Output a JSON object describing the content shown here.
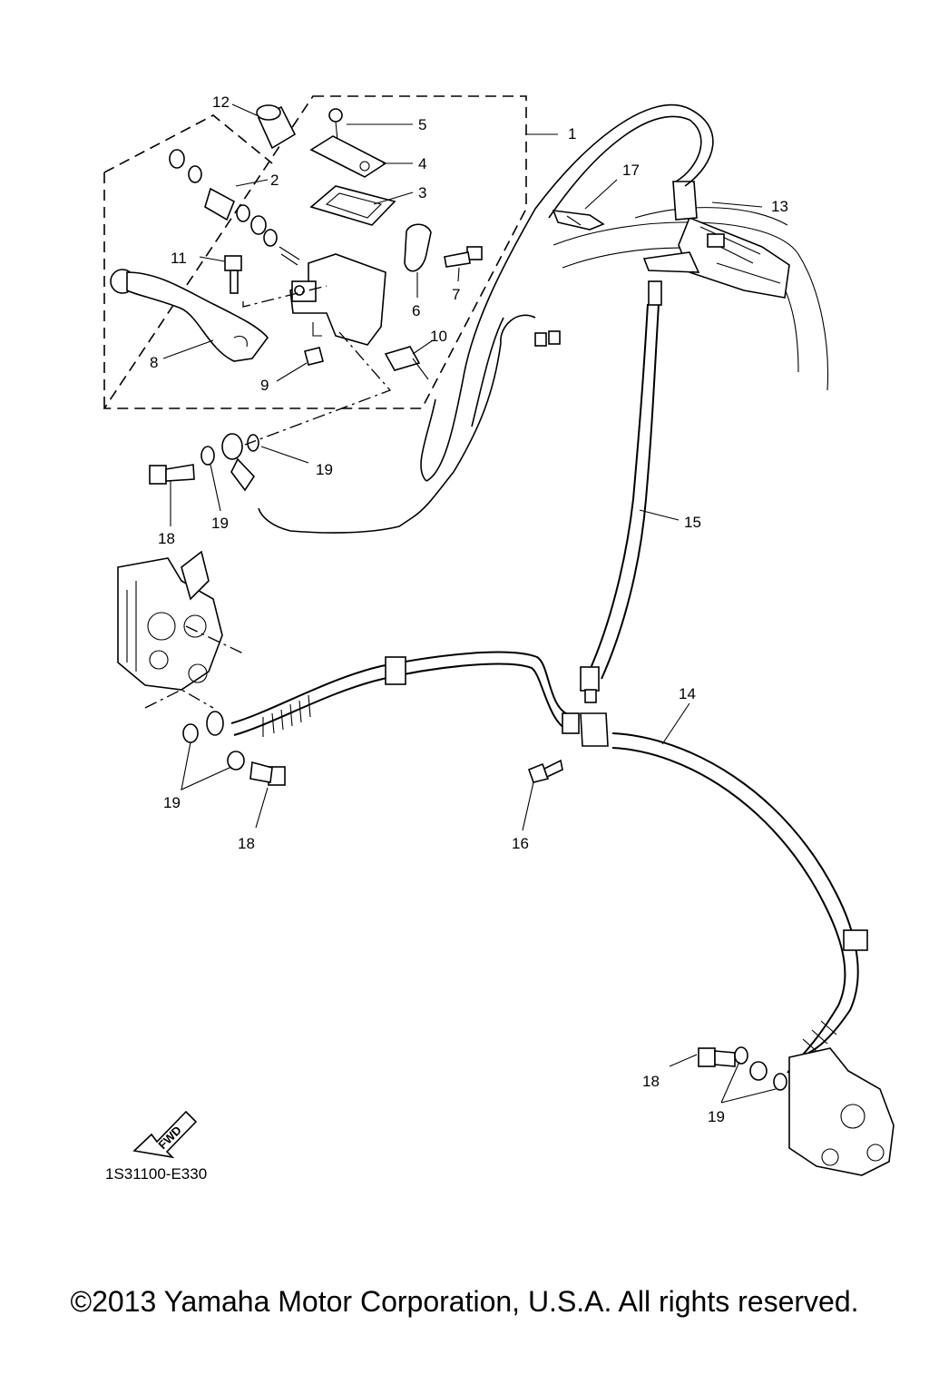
{
  "callouts": [
    {
      "id": "c1",
      "text": "1"
    },
    {
      "id": "c2",
      "text": "2"
    },
    {
      "id": "c3",
      "text": "3"
    },
    {
      "id": "c4",
      "text": "4"
    },
    {
      "id": "c5",
      "text": "5"
    },
    {
      "id": "c6",
      "text": "6"
    },
    {
      "id": "c7",
      "text": "7"
    },
    {
      "id": "c8",
      "text": "8"
    },
    {
      "id": "c9",
      "text": "9"
    },
    {
      "id": "c10",
      "text": "10"
    },
    {
      "id": "c11",
      "text": "11"
    },
    {
      "id": "c12",
      "text": "12"
    },
    {
      "id": "c13",
      "text": "13"
    },
    {
      "id": "c14",
      "text": "14"
    },
    {
      "id": "c15",
      "text": "15"
    },
    {
      "id": "c16",
      "text": "16"
    },
    {
      "id": "c17",
      "text": "17"
    },
    {
      "id": "c18a",
      "text": "18"
    },
    {
      "id": "c18b",
      "text": "18"
    },
    {
      "id": "c18c",
      "text": "18"
    },
    {
      "id": "c19a",
      "text": "19"
    },
    {
      "id": "c19b",
      "text": "19"
    },
    {
      "id": "c19c",
      "text": "19"
    },
    {
      "id": "c19d",
      "text": "19"
    }
  ],
  "forward_badge": "FWD",
  "diagram_code": "1S31100-E330",
  "copyright": "©2013 Yamaha Motor Corporation, U.S.A. All rights reserved."
}
